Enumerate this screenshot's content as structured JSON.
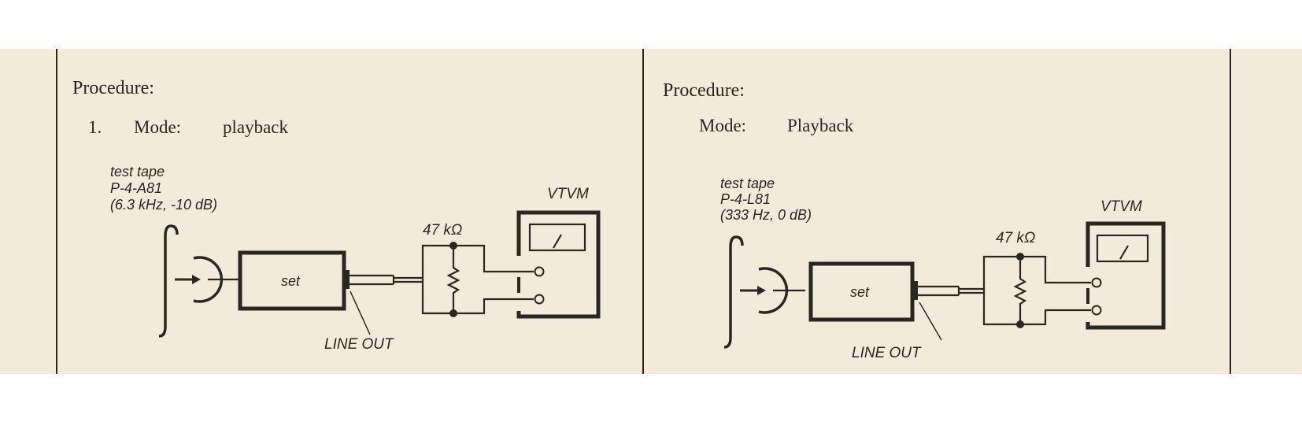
{
  "left_panel": {
    "heading": "Procedure:",
    "step_number": "1.",
    "mode_label": "Mode:",
    "mode_value": "playback",
    "diagram": {
      "tape_label": "test tape",
      "tape_id": "P-4-A81",
      "tape_signal": "(6.3 kHz, -10 dB)",
      "set_label": "set",
      "resistor_label": "47 kΩ",
      "meter_label": "VTVM",
      "output_label": "LINE OUT"
    }
  },
  "right_panel": {
    "heading": "Procedure:",
    "mode_label": "Mode:",
    "mode_value": "Playback",
    "diagram": {
      "tape_label": "test tape",
      "tape_id": "P-4-L81",
      "tape_signal": "(333 Hz, 0 dB)",
      "set_label": "set",
      "resistor_label": "47 kΩ",
      "meter_label": "VTVM",
      "output_label": "LINE OUT"
    }
  }
}
